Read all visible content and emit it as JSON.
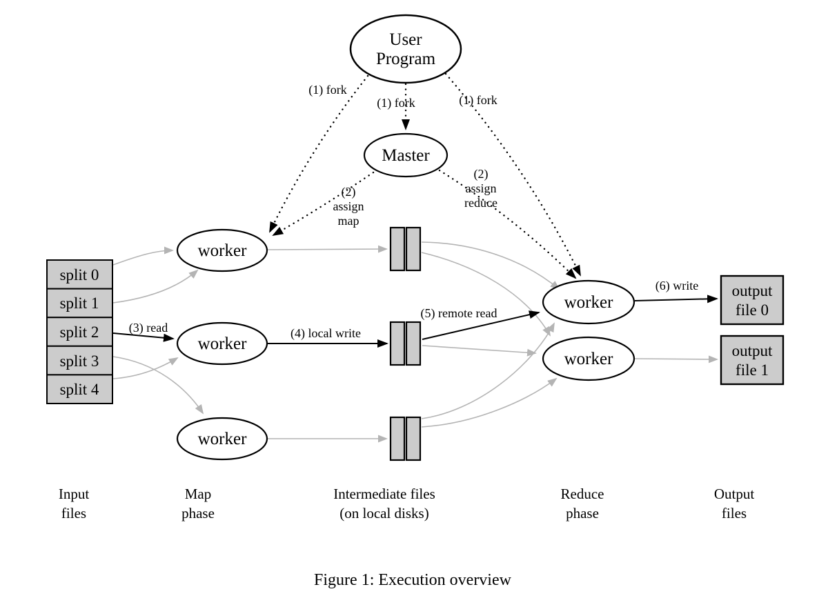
{
  "caption": "Figure 1: Execution overview",
  "nodes": {
    "user_program": {
      "line1": "User",
      "line2": "Program"
    },
    "master": "Master",
    "map_workers": [
      "worker",
      "worker",
      "worker"
    ],
    "reduce_workers": [
      "worker",
      "worker"
    ],
    "splits": [
      "split 0",
      "split 1",
      "split 2",
      "split 3",
      "split 4"
    ],
    "output_files": [
      {
        "line1": "output",
        "line2": "file 0"
      },
      {
        "line1": "output",
        "line2": "file 1"
      }
    ]
  },
  "edge_labels": {
    "fork_left": "(1) fork",
    "fork_middle": "(1) fork",
    "fork_right": "(1) fork",
    "assign_map": {
      "line1": "(2)",
      "line2": "assign",
      "line3": "map"
    },
    "assign_reduce": {
      "line1": "(2)",
      "line2": "assign",
      "line3": "reduce"
    },
    "read": "(3) read",
    "local_write": "(4) local write",
    "remote_read": "(5) remote read",
    "write": "(6) write"
  },
  "column_labels": {
    "input": {
      "line1": "Input",
      "line2": "files"
    },
    "map": {
      "line1": "Map",
      "line2": "phase"
    },
    "intermediate": {
      "line1": "Intermediate files",
      "line2": "(on local disks)"
    },
    "reduce": {
      "line1": "Reduce",
      "line2": "phase"
    },
    "output": {
      "line1": "Output",
      "line2": "files"
    }
  },
  "colors": {
    "node_fill": "#ffffff",
    "box_fill": "#cccccc",
    "gray_edge": "#b4b4b4",
    "ink": "#000000"
  }
}
